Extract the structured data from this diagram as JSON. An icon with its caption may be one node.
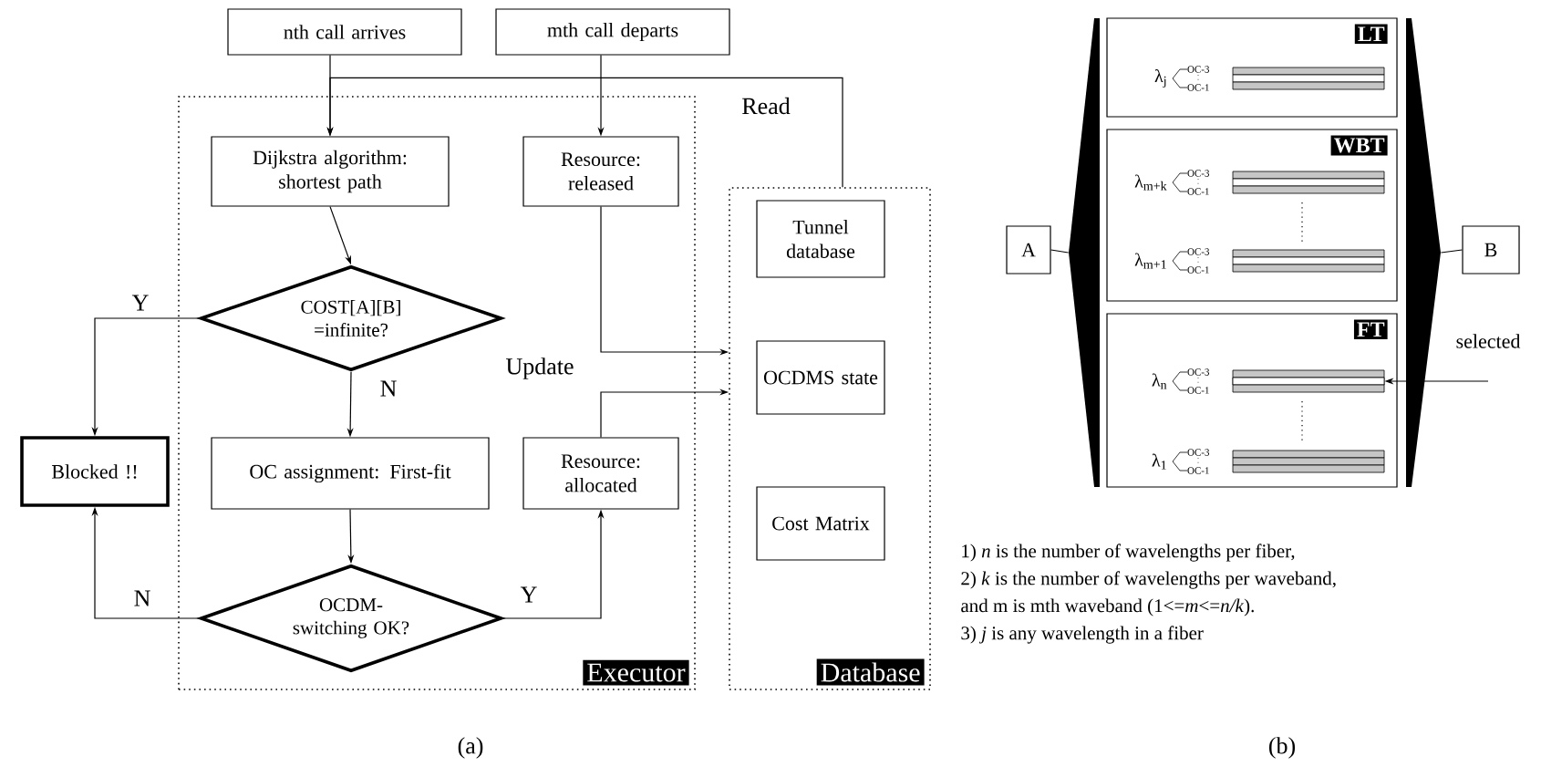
{
  "diagram": {
    "nodes": [
      {
        "text": [
          "nth call arrives"
        ]
      },
      {
        "text": [
          "mth call departs"
        ]
      },
      {
        "text": [
          "Executor"
        ]
      },
      {
        "text": [
          "Database"
        ]
      },
      {
        "text": [
          "Dijkstra algorithm: shortest path"
        ],
        "in": 2
      },
      {
        "text": [
          "Resource: released"
        ],
        "in": 2
      },
      {
        "text": [
          "COST[A][B] =infinite?"
        ],
        "in": 2
      },
      {
        "text": [
          "OC assignment: First-fit"
        ],
        "in": 2
      },
      {
        "text": [
          "Resource: allocated"
        ],
        "in": 2
      },
      {
        "text": [
          "OCDM-switching OK?"
        ],
        "in": 2
      },
      {
        "text": [
          "Blocked !!"
        ]
      },
      {
        "text": [
          "Tunnel database"
        ],
        "in": 3
      },
      {
        "text": [
          "OCDMS state"
        ],
        "in": 3
      },
      {
        "text": [
          "Cost Matrix"
        ],
        "in": 3
      },
      {
        "text": [
          "A"
        ]
      },
      {
        "text": [
          "B"
        ]
      },
      {
        "text": [
          "LT"
        ]
      },
      {
        "text": [
          "WBT"
        ]
      },
      {
        "text": [
          "FT"
        ]
      },
      {
        "text": [
          "selected"
        ]
      },
      {
        "text": [],
        "shape": "triangle"
      },
      {
        "text": [],
        "shape": "triangle"
      },
      {
        "text": [],
        "shape": "bar",
        "in": 18
      }
    ],
    "edges": [
      {
        "from": 0,
        "to": 4,
        "arrow": "to"
      },
      {
        "from": 1,
        "to": 5,
        "arrow": "to"
      },
      {
        "from": 3,
        "to": 4,
        "arrow": "to",
        "label": "Read"
      },
      {
        "from": 4,
        "to": 6,
        "arrow": "to"
      },
      {
        "from": 6,
        "to": 10,
        "arrow": "to",
        "label": "Y"
      },
      {
        "from": 6,
        "to": 7,
        "arrow": "to",
        "label": "N"
      },
      {
        "from": 7,
        "to": 9,
        "arrow": "to"
      },
      {
        "from": 9,
        "to": 10,
        "arrow": "to",
        "label": "N"
      },
      {
        "from": 9,
        "to": 8,
        "arrow": "to",
        "label": "Y"
      },
      {
        "from": 5,
        "to": 3,
        "arrow": "to",
        "label": "Update"
      },
      {
        "from": 8,
        "to": 3,
        "arrow": "to"
      },
      {
        "from": 14,
        "to": 20,
        "arrow": "none"
      },
      {
        "from": 21,
        "to": 15,
        "arrow": "none"
      },
      {
        "from": 19,
        "to": 22,
        "arrow": "to"
      }
    ],
    "labels": [
      "λ$_{j}$",
      "OC-3",
      "OC-1",
      "λ$_{m+k}$",
      "OC-3",
      "OC-1",
      "λ$_{m+1}$",
      "OC-3",
      "OC-1",
      "λ$_{n}$",
      "OC-3",
      "OC-1",
      "λ$_{1}$",
      "OC-3",
      "OC-1",
      "1) *n* is the number of wavelengths per fiber,",
      "2) *k* is the number of wavelengths per waveband,",
      "and m is mth waveband (1<=*m*<=*n/k*).",
      "3) *j* is any wavelength in a fiber",
      "(a)",
      "(b)"
    ]
  }
}
